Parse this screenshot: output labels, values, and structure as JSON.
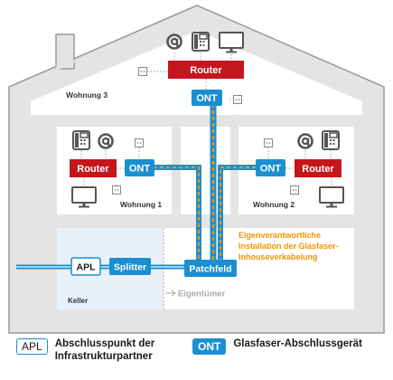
{
  "colors": {
    "router": "#c4161c",
    "ont": "#1a8fd1",
    "fiber_orange": "#f39200",
    "wall": "#e4e4e4",
    "room": "#ffffff",
    "cellar": "#e8f1fa",
    "note": "#f39200"
  },
  "icons": [
    "at-icon",
    "telephone-icon",
    "monitor-icon",
    "socket-icon"
  ],
  "floor3": {
    "apartment": "Wohnung 3",
    "router": "Router",
    "ont": "ONT"
  },
  "floor2": {
    "left": {
      "apartment": "Wohnung 1",
      "router": "Router",
      "ont": "ONT"
    },
    "right": {
      "apartment": "Wohnung 2",
      "router": "Router",
      "ont": "ONT"
    }
  },
  "cellar": {
    "label": "Keller",
    "apl": "APL",
    "splitter": "Splitter",
    "patchfeld": "Patchfeld",
    "owner_note": "Eigentümer",
    "responsibility_note": [
      "Eigenverantwortliche",
      "Installation der Glasfaser-",
      "Inhouseverkabelung"
    ]
  },
  "legend": {
    "apl_box": "APL",
    "apl_text": [
      "Abschlusspunkt der",
      "Infrastrukturpartner"
    ],
    "ont_box": "ONT",
    "ont_text": "Glasfaser-Abschlussgerät"
  }
}
